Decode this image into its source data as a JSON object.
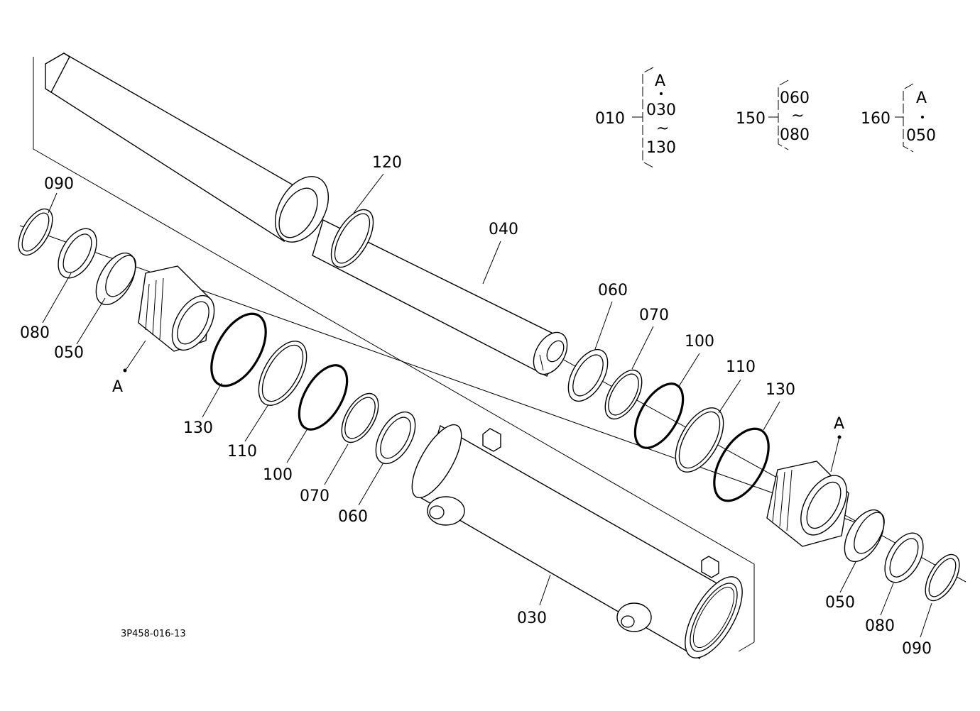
{
  "drawing_code": "3P458-016-13",
  "callouts": {
    "c010": "010",
    "c010_a": "A",
    "c010_from": "030",
    "c010_to": "130",
    "c150": "150",
    "c150_from": "060",
    "c150_to": "080",
    "c160": "160",
    "c160_a": "A",
    "c160_part": "050",
    "range_mark": "~"
  },
  "labels": {
    "p120": "120",
    "p040": "040",
    "p090_left": "090",
    "p080_left": "080",
    "p050_left": "050",
    "a_left": "A",
    "p130_left": "130",
    "p110_left": "110",
    "p100_left": "100",
    "p070_left": "070",
    "p060_left": "060",
    "p030": "030",
    "p060_right": "060",
    "p070_right": "070",
    "p100_right": "100",
    "p110_right": "110",
    "p130_right": "130",
    "a_right": "A",
    "p050_right": "050",
    "p080_right": "080",
    "p090_right": "090"
  }
}
